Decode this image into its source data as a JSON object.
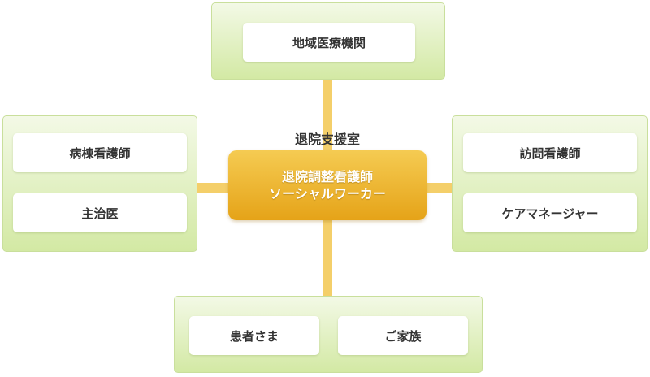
{
  "center": {
    "label": "退院支援室",
    "line1": "退院調整看護師",
    "line2": "ソーシャルワーカー"
  },
  "top": {
    "items": [
      "地域医療機関"
    ]
  },
  "left": {
    "items": [
      "病棟看護師",
      "主治医"
    ]
  },
  "right": {
    "items": [
      "訪問看護師",
      "ケアマネージャー"
    ]
  },
  "bottom": {
    "items": [
      "患者さま",
      "ご家族"
    ]
  },
  "colors": {
    "connector": "#f4cf6a",
    "panel_border": "#c9df9c",
    "panel_gradient_top": "#f3f9e6",
    "panel_gradient_bottom": "#d3e9a4",
    "center_gradient_top": "#f5cb52",
    "center_gradient_bottom": "#e5a318",
    "text": "#333333"
  }
}
